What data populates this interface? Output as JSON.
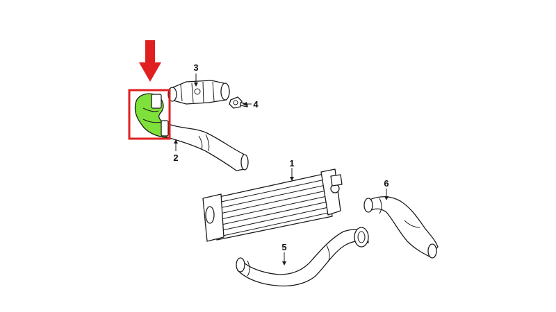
{
  "diagram": {
    "callouts": [
      {
        "id": "1",
        "label": "1"
      },
      {
        "id": "2",
        "label": "2"
      },
      {
        "id": "3",
        "label": "3"
      },
      {
        "id": "4",
        "label": "4"
      },
      {
        "id": "5",
        "label": "5"
      },
      {
        "id": "6",
        "label": "6"
      }
    ],
    "highlighted_part": "2",
    "colors": {
      "highlight_fill": "#7ee03a",
      "highlight_box": "#e02020",
      "arrow": "#e02020",
      "line": "#1a1a1a"
    }
  }
}
